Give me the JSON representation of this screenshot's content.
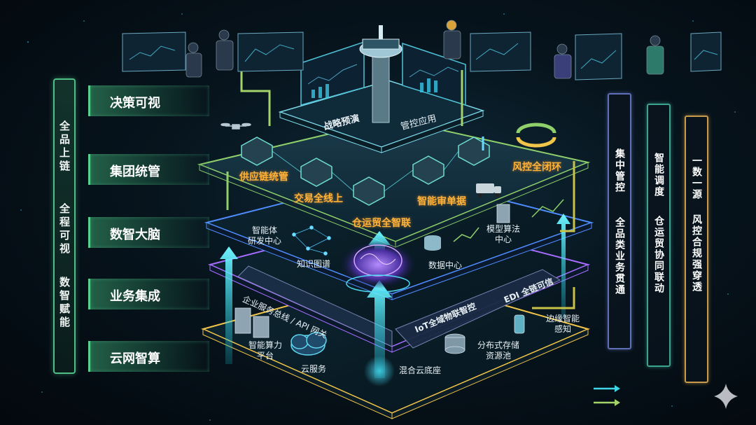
{
  "left_bar": {
    "groups": [
      "全品上链",
      "全程可视",
      "数智赋能"
    ]
  },
  "layers": [
    {
      "label": "决策可视"
    },
    {
      "label": "集团统管"
    },
    {
      "label": "数智大脑"
    },
    {
      "label": "业务集成"
    },
    {
      "label": "云网智算"
    }
  ],
  "top_layer": {
    "left_panel": "战略预演",
    "right_panel": "管控应用"
  },
  "group_layer": {
    "nodes": [
      "供应链统管",
      "交易全线上",
      "仓运贸全智联",
      "智能审单据",
      "风控全闭环"
    ]
  },
  "brain_layer": {
    "labels": {
      "rd_center": "智能体\n研发中心",
      "knowledge_graph": "知识图谱",
      "model_center": "模型算法\n中心",
      "data_center": "数据中心"
    }
  },
  "integration_layer": {
    "api_bus": "企业服务总线 / API 网关",
    "edi": "EDI  全链可信",
    "iot": "IoT全域物联智控",
    "edge": "边缘智能\n感知"
  },
  "cloud_layer": {
    "labels": {
      "compute": "智能算力\n平台",
      "cloud_service": "云服务",
      "hybrid_cloud": "混合云底座",
      "storage": "分布式存储\n资源池"
    }
  },
  "right_bars": [
    {
      "groups": [
        "集中管控",
        "全品类业务贯通"
      ],
      "color": "#5f6fb8"
    },
    {
      "groups": [
        "智能调度",
        "仓运贸协同联动"
      ],
      "color": "#3aa58f"
    },
    {
      "groups": [
        "一数一源",
        "风控合规强穿透"
      ],
      "color": "#c89a4a"
    }
  ],
  "colors": {
    "accent_green": "#58d08e",
    "accent_cyan": "#3fd6e8",
    "accent_orange": "#ffb23a",
    "accent_purple": "#a66cff"
  },
  "icons": [
    "drone-icon",
    "control-tower-icon",
    "brain-icon",
    "server-icon",
    "cloud-icon",
    "database-icon",
    "truck-icon",
    "refresh-icon",
    "sparkle-icon",
    "dashboard-screen-icon",
    "person-icon"
  ]
}
